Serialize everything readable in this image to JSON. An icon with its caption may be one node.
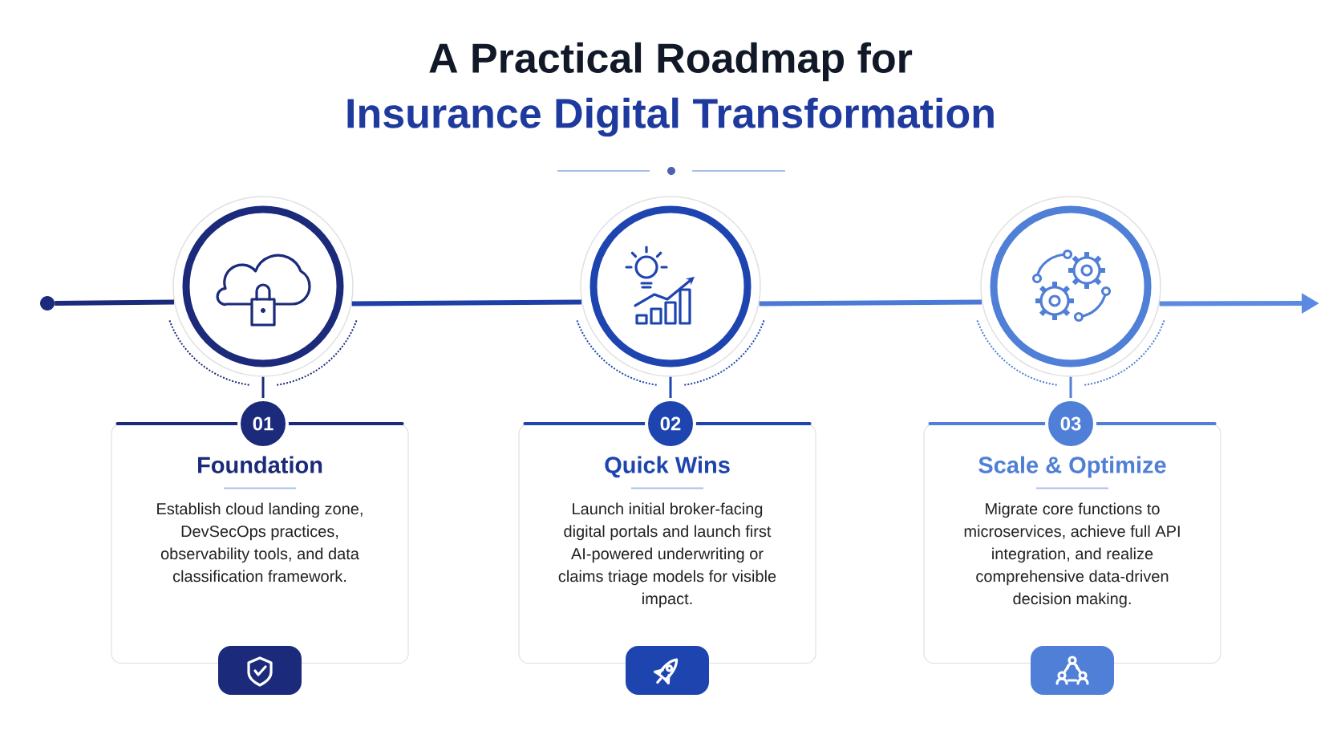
{
  "diagram": {
    "title": "A Practical Roadmap for",
    "labels": [
      "Insurance Digital Transformation"
    ],
    "nodes": [
      {
        "text": [],
        "shape": "circle"
      },
      {
        "text": [],
        "shape": "circle"
      },
      {
        "text": [
          "01"
        ]
      },
      {
        "text": [
          "Foundation",
          "Establish cloud landing zone, DevSecOps practices, observability tools, and data classification framework."
        ]
      },
      {
        "text": [],
        "shape": "circle"
      },
      {
        "text": [
          "02"
        ]
      },
      {
        "text": [
          "Quick Wins",
          "Launch initial broker-facing digital portals and launch first AI-powered underwriting or claims triage models for visible impact."
        ]
      },
      {
        "text": [],
        "shape": "circle"
      },
      {
        "text": [
          "03"
        ]
      },
      {
        "text": [
          "Scale & Optimize",
          "Migrate core functions to microservices, achieve full API integration, and realize comprehensive data-driven decision making."
        ]
      }
    ],
    "edges": [
      {
        "from": 0,
        "to": 1,
        "arrow": "none",
        "color": "#1b2a7a"
      },
      {
        "from": 1,
        "to": 4,
        "arrow": "none",
        "color": "#1e3fa6"
      },
      {
        "from": 4,
        "to": 7,
        "arrow": "none",
        "color": "#4a7ad6"
      },
      {
        "from": 7,
        "to": null,
        "arrow": "to",
        "color": "#5b8ae2"
      },
      {
        "from": 1,
        "to": 2,
        "arrow": "none",
        "color": "#1b2a7a"
      },
      {
        "from": 4,
        "to": 5,
        "arrow": "none",
        "color": "#1e44b0"
      },
      {
        "from": 7,
        "to": 8,
        "arrow": "none",
        "color": "#4f7fd6"
      }
    ]
  }
}
